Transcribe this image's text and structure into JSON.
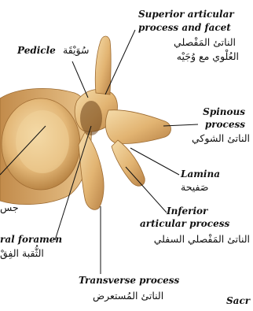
{
  "labels": {
    "superior_articular": {
      "en_line1": "Superior articular",
      "en_line2": "process and facet",
      "ar_line1": "الناتئ المَفْصلي",
      "ar_line2": "العُلْوي مع وُجَيْه"
    },
    "pedicle": {
      "en": "Pedicle",
      "ar": "سُوَيْقَة"
    },
    "spinous": {
      "en_line1": "Spinous",
      "en_line2": "process",
      "ar": "الناتئ الشوكي"
    },
    "lamina": {
      "en": "Lamina",
      "ar": "صَفيحة"
    },
    "inferior_articular": {
      "en_line1": "Inferior",
      "en_line2": "articular process",
      "ar": "الناتئ المَفْصلي السفلي"
    },
    "vertebral_foramen": {
      "en": "ral foramen",
      "ar": "الثُّقبة الفِقْ"
    },
    "body_partial": {
      "ar": "جس"
    },
    "transverse": {
      "en": "Transverse process",
      "ar": "الناتئ المُستعرض"
    },
    "sacrum_partial": {
      "en": "Sacr"
    }
  },
  "colors": {
    "bone_light": "#f3d9a6",
    "bone_mid": "#dcae6b",
    "bone_dark": "#a87436",
    "leader": "#111111"
  }
}
